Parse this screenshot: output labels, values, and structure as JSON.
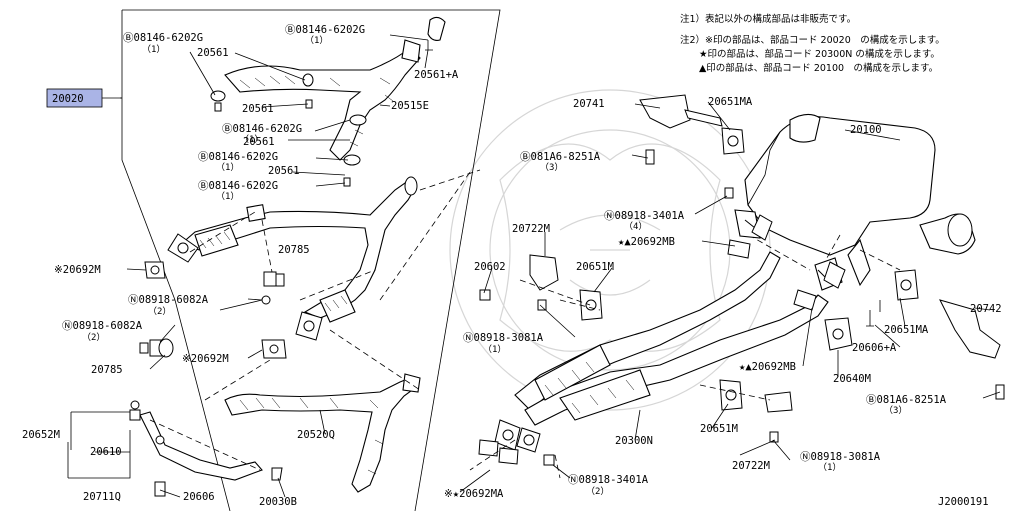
{
  "notes": [
    "注1）表記以外の構成部品は非販売です。",
    "注2）※印の部品は、部品コード 20020　の構成を示します。",
    "★印の部品は、部品コード 20300N の構成を示します。",
    "▲印の部品は、部品コード 20100　の構成を示します。"
  ],
  "figure_id": "J2000191",
  "group_label": "20020",
  "group_bolts": [
    {
      "code": "Ⓑ08146-6202G",
      "qty": "（1）"
    },
    {
      "code": "Ⓑ08146-6202G",
      "qty": "（1）"
    },
    {
      "code": "Ⓑ08146-6202G",
      "qty": "（1）"
    },
    {
      "code": "Ⓑ08146-6202G",
      "qty": "（1）"
    },
    {
      "code": "Ⓑ08146-6202G",
      "qty": "（1）"
    }
  ],
  "labels": {
    "p20561a": "20561",
    "p20561plusA": "20561+A",
    "p20561b": "20561",
    "p20515E": "20515E",
    "p20561c": "20561",
    "p20561d": "20561",
    "p20785a": "20785",
    "p20692Mstar": "※20692M",
    "n6082a": "Ⓝ08918-6082A",
    "n6082a_qty": "（2）",
    "n6082b": "Ⓝ08918-6082A",
    "n6082b_qty": "（2）",
    "p20692Mstar2": "※20692M",
    "p20785b": "20785",
    "p20520Q": "20520Q",
    "p20652M": "20652M",
    "p20610": "20610",
    "p20711Q": "20711Q",
    "p20606": "20606",
    "p20030B": "20030B",
    "p20741": "20741",
    "p20651MA": "20651MA",
    "p20100": "20100",
    "b8251a": "Ⓑ081A6-8251A",
    "b8251a_qty": "（3）",
    "n3401a": "Ⓝ08918-3401A",
    "n3401a_qty": "（4）",
    "p20692MB": "★▲20692MB",
    "p20722Ma": "20722M",
    "p20602": "20602",
    "p20651Ma": "20651M",
    "n3081a": "Ⓝ08918-3081A",
    "n3081a_qty": "（1）",
    "p20742": "20742",
    "p20651MA2": "20651MA",
    "p20606A": "20606+A",
    "p20692MB2": "★▲20692MB",
    "p20640M": "20640M",
    "b8251b": "Ⓑ081A6-8251A",
    "b8251b_qty": "（3）",
    "p20300N": "20300N",
    "p20651Mb": "20651M",
    "p20722Mb": "20722M",
    "n3081b": "Ⓝ08918-3081A",
    "n3081b_qty": "（1）",
    "n3401b": "Ⓝ08918-3401A",
    "n3401b_qty": "（2）",
    "p20692MA": "※★20692MA"
  },
  "colors": {
    "highlight": "#aab4e6",
    "line": "#000000",
    "watermark": "#d6d6d6"
  }
}
